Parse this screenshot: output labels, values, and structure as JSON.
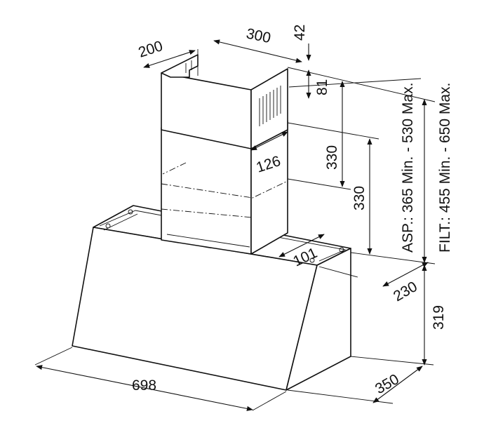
{
  "dimensions": {
    "chimney_depth": "200",
    "chimney_width": "300",
    "top_offset": "42",
    "inner_offset": "81",
    "chimney_overlap": "126",
    "upper_section": "330",
    "lower_section": "330",
    "outlet_offset": "101",
    "hood_depth_top": "230",
    "hood_height": "319",
    "hood_width": "698",
    "hood_depth": "350"
  },
  "ranges": {
    "aspiration": "ASP.: 365 Min. - 530 Max.",
    "filtration": "FILT.: 455 Min. - 650 Max."
  }
}
